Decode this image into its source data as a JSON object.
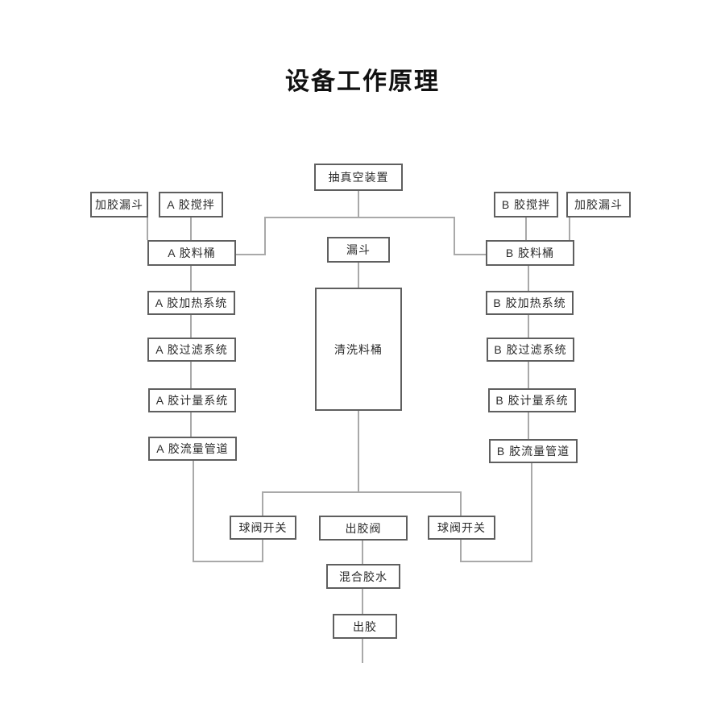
{
  "title": "设备工作原理",
  "colors": {
    "box_border": "#5f5f5f",
    "connector": "#a9a9a9",
    "text": "#2b2b2b",
    "title": "#111111",
    "background": "#ffffff"
  },
  "nodes": {
    "vacuum_device": "抽真空装置",
    "feed_hopper_left": "加胶漏斗",
    "a_glue_stir": "A 胶搅拌",
    "b_glue_stir": "B 胶搅拌",
    "feed_hopper_right": "加胶漏斗",
    "a_glue_barrel": "A 胶料桶",
    "hopper": "漏斗",
    "b_glue_barrel": "B 胶料桶",
    "a_heating_system": "A 胶加热系统",
    "b_heating_system": "B 胶加热系统",
    "a_filter_system": "A 胶过滤系统",
    "b_filter_system": "B 胶过滤系统",
    "a_metering_system": "A 胶计量系统",
    "b_metering_system": "B 胶计量系统",
    "a_flow_pipe": "A 胶流量管道",
    "b_flow_pipe": "B 胶流量管道",
    "cleaning_barrel": "清洗料桶",
    "ball_valve_left": "球阀开关",
    "glue_outlet_valve": "出胶阀",
    "ball_valve_right": "球阀开关",
    "mixed_glue": "混合胶水",
    "glue_out": "出胶"
  }
}
